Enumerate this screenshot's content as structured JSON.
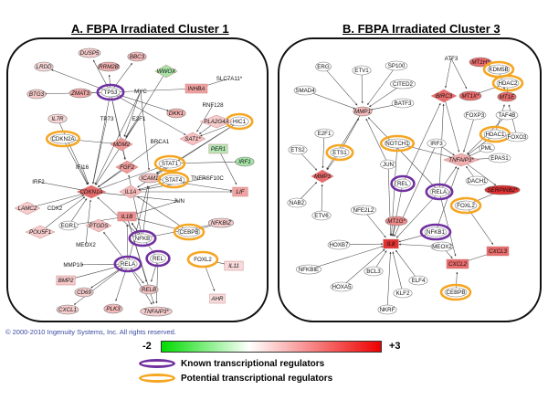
{
  "panel_a": {
    "title": "A. FBPA Irradiated Cluster 1",
    "nodes": [
      {
        "label": "DUSP5",
        "fill": "#f6cccc",
        "shape": "ellipse"
      },
      {
        "label": "BBC3",
        "fill": "#f3baba",
        "shape": "ellipse"
      },
      {
        "label": "LRDD",
        "fill": "#f8dada",
        "shape": "ellipse"
      },
      {
        "label": "RRM2B",
        "fill": "#f1b0b0",
        "shape": "ellipse"
      },
      {
        "label": "WWOX",
        "fill": "#a6e3a6",
        "shape": "diamond"
      },
      {
        "label": "INHBA",
        "fill": "#f0a0a0",
        "shape": "rect"
      },
      {
        "label": "SLC7A11*",
        "fill": "#ffffff",
        "shape": "text"
      },
      {
        "label": "BTG3",
        "fill": "#f6caca",
        "shape": "ellipse"
      },
      {
        "label": "ZMAT3",
        "fill": "#f0a8a8",
        "shape": "ellipse"
      },
      {
        "label": "TP53",
        "fill": "#ffffff",
        "shape": "ellipse"
      },
      {
        "label": "MYC",
        "fill": "#ffffff",
        "shape": "text"
      },
      {
        "label": "RNF128",
        "fill": "#ffffff",
        "shape": "text"
      },
      {
        "label": "HIC1",
        "fill": "#ffffff",
        "shape": "ellipse"
      },
      {
        "label": "IL7R",
        "fill": "#f7d6d6",
        "shape": "ellipse"
      },
      {
        "label": "TP73",
        "fill": "#ffffff",
        "shape": "text"
      },
      {
        "label": "E2F1",
        "fill": "#ffffff",
        "shape": "text"
      },
      {
        "label": "DKK1",
        "fill": "#f1b2b2",
        "shape": "ellipse"
      },
      {
        "label": "PLA2G4A",
        "fill": "#f6cdcd",
        "shape": "diamond"
      },
      {
        "label": "SAT1*",
        "fill": "#f4c0c0",
        "shape": "diamond"
      },
      {
        "label": "CDKN2A",
        "fill": "#ffffff",
        "shape": "ellipse"
      },
      {
        "label": "MDM2",
        "fill": "#ee9999",
        "shape": "diamond"
      },
      {
        "label": "BRCA1",
        "fill": "#ffffff",
        "shape": "text"
      },
      {
        "label": "PER1",
        "fill": "#b5e8b5",
        "shape": "rect"
      },
      {
        "label": "IRF1",
        "fill": "#a6e3a6",
        "shape": "ellipse"
      },
      {
        "label": "IFI16",
        "fill": "#ffffff",
        "shape": "text"
      },
      {
        "label": "FGF2",
        "fill": "#ec9a9a",
        "shape": "diamond"
      },
      {
        "label": "STAT1",
        "fill": "#ffffff",
        "shape": "ellipse"
      },
      {
        "label": "ICAM1",
        "fill": "#f4c3c3",
        "shape": "ellipse"
      },
      {
        "label": "STAT4",
        "fill": "#ffffff",
        "shape": "ellipse"
      },
      {
        "label": "TNFRSF10C",
        "fill": "#ffffff",
        "shape": "text"
      },
      {
        "label": "IRF2",
        "fill": "#ffffff",
        "shape": "text"
      },
      {
        "label": "CDKN1A",
        "fill": "#e86b6b",
        "shape": "diamond"
      },
      {
        "label": "IL1A",
        "fill": "#f3baba",
        "shape": "diamond"
      },
      {
        "label": "LIF",
        "fill": "#f1a2a2",
        "shape": "rect"
      },
      {
        "label": "LAMC2",
        "fill": "#f6cccc",
        "shape": "diamond"
      },
      {
        "label": "CDX2",
        "fill": "#ffffff",
        "shape": "text"
      },
      {
        "label": "JUN",
        "fill": "#ffffff",
        "shape": "text"
      },
      {
        "label": "POU5F1",
        "fill": "#f6cccc",
        "shape": "diamond"
      },
      {
        "label": "EGR1",
        "fill": "#ffffff",
        "shape": "ellipse"
      },
      {
        "label": "PTGDS",
        "fill": "#f4c3c3",
        "shape": "diamond"
      },
      {
        "label": "IL1B",
        "fill": "#ec9393",
        "shape": "rect"
      },
      {
        "label": "CEBPB",
        "fill": "#ffffff",
        "shape": "ellipse"
      },
      {
        "label": "NFKBIZ",
        "fill": "#f6cccc",
        "shape": "ellipse"
      },
      {
        "label": "NFKB",
        "fill": "#ffffff",
        "shape": "ellipse"
      },
      {
        "label": "MEOX2",
        "fill": "#ffffff",
        "shape": "text"
      },
      {
        "label": "MMP10",
        "fill": "#ffffff",
        "shape": "text"
      },
      {
        "label": "RELA",
        "fill": "#ffffff",
        "shape": "ellipse"
      },
      {
        "label": "REL",
        "fill": "#ffffff",
        "shape": "ellipse"
      },
      {
        "label": "FOXL2",
        "fill": "#ffffff",
        "shape": "text"
      },
      {
        "label": "IL11",
        "fill": "#f8dada",
        "shape": "rect"
      },
      {
        "label": "BMP2",
        "fill": "#f6caca",
        "shape": "rect"
      },
      {
        "label": "CD69",
        "fill": "#f6cdcd",
        "shape": "ellipse"
      },
      {
        "label": "RELB",
        "fill": "#f4c3c3",
        "shape": "ellipse"
      },
      {
        "label": "AHR",
        "fill": "#f8dcdc",
        "shape": "rect"
      },
      {
        "label": "CXCL1",
        "fill": "#f6cdcd",
        "shape": "ellipse"
      },
      {
        "label": "PLK3",
        "fill": "#f3baba",
        "shape": "ellipse"
      },
      {
        "label": "TNFAIP3*",
        "fill": "#f6cdcd",
        "shape": "ellipse"
      }
    ],
    "ring_labels": [
      "TP53",
      "NFKB",
      "RELA",
      "REL",
      "CDKN2A",
      "STAT1",
      "STAT4",
      "HIC1",
      "CEBPB"
    ]
  },
  "panel_b": {
    "title": "B. FBPA Irradiated Cluster 3",
    "nodes": [
      {
        "label": "ATF3",
        "fill": "#ffffff",
        "shape": "text"
      },
      {
        "label": "MT1H*",
        "fill": "#e86b6b",
        "shape": "ellipse"
      },
      {
        "label": "KDM5B",
        "fill": "#ffffff",
        "shape": "ellipse"
      },
      {
        "label": "HDAC2",
        "fill": "#ffffff",
        "shape": "ellipse"
      },
      {
        "label": "ERG",
        "fill": "#ffffff",
        "shape": "ellipse"
      },
      {
        "label": "ETV1",
        "fill": "#ffffff",
        "shape": "ellipse"
      },
      {
        "label": "SP100",
        "fill": "#ffffff",
        "shape": "ellipse"
      },
      {
        "label": "CITED2",
        "fill": "#ffffff",
        "shape": "ellipse"
      },
      {
        "label": "SMAD4",
        "fill": "#ffffff",
        "shape": "ellipse"
      },
      {
        "label": "BATF3",
        "fill": "#ffffff",
        "shape": "ellipse"
      },
      {
        "label": "MMP1",
        "fill": "#f3baba",
        "shape": "ellipse"
      },
      {
        "label": "BIRC3",
        "fill": "#e86b6b",
        "shape": "diamond"
      },
      {
        "label": "MT1X*",
        "fill": "#e86b6b",
        "shape": "ellipse"
      },
      {
        "label": "MT1E",
        "fill": "#e86b6b",
        "shape": "ellipse"
      },
      {
        "label": "FOXP3",
        "fill": "#ffffff",
        "shape": "ellipse"
      },
      {
        "label": "TAF4B",
        "fill": "#ffffff",
        "shape": "ellipse"
      },
      {
        "label": "HDAC1",
        "fill": "#ffffff",
        "shape": "ellipse"
      },
      {
        "label": "FOXO3",
        "fill": "#ffffff",
        "shape": "ellipse"
      },
      {
        "label": "E2F1",
        "fill": "#ffffff",
        "shape": "ellipse"
      },
      {
        "label": "NOTCH1",
        "fill": "#ffffff",
        "shape": "ellipse"
      },
      {
        "label": "IRF3",
        "fill": "#ffffff",
        "shape": "ellipse"
      },
      {
        "label": "PML",
        "fill": "#ffffff",
        "shape": "ellipse"
      },
      {
        "label": "ETS2",
        "fill": "#ffffff",
        "shape": "ellipse"
      },
      {
        "label": "ETS1",
        "fill": "#ffffff",
        "shape": "ellipse"
      },
      {
        "label": "TNFAIP3*",
        "fill": "#f1b0b0",
        "shape": "diamond"
      },
      {
        "label": "EPAS1",
        "fill": "#ffffff",
        "shape": "ellipse"
      },
      {
        "label": "MMP3",
        "fill": "#e86b6b",
        "shape": "diamond"
      },
      {
        "label": "JUN",
        "fill": "#ffffff",
        "shape": "ellipse"
      },
      {
        "label": "REL",
        "fill": "#ffffff",
        "shape": "ellipse"
      },
      {
        "label": "DACH1",
        "fill": "#ffffff",
        "shape": "ellipse"
      },
      {
        "label": "RELA",
        "fill": "#ffffff",
        "shape": "ellipse"
      },
      {
        "label": "SERPINB2*",
        "fill": "#e03030",
        "shape": "ellipse"
      },
      {
        "label": "NAB2",
        "fill": "#ffffff",
        "shape": "ellipse"
      },
      {
        "label": "NFE2L2",
        "fill": "#ffffff",
        "shape": "ellipse"
      },
      {
        "label": "MT1G*",
        "fill": "#ee8a8a",
        "shape": "ellipse"
      },
      {
        "label": "ETV6",
        "fill": "#ffffff",
        "shape": "ellipse"
      },
      {
        "label": "FOXL2",
        "fill": "#ffffff",
        "shape": "ellipse"
      },
      {
        "label": "IL8",
        "fill": "#e03030",
        "shape": "rect"
      },
      {
        "label": "NFKB1",
        "fill": "#ffffff",
        "shape": "ellipse"
      },
      {
        "label": "HOXB7",
        "fill": "#ffffff",
        "shape": "ellipse"
      },
      {
        "label": "MEOX2",
        "fill": "#ffffff",
        "shape": "ellipse"
      },
      {
        "label": "CXCL3",
        "fill": "#e86b6b",
        "shape": "rect"
      },
      {
        "label": "CXCL2",
        "fill": "#e86b6b",
        "shape": "rect"
      },
      {
        "label": "NFKBIE",
        "fill": "#ffffff",
        "shape": "ellipse"
      },
      {
        "label": "BCL3",
        "fill": "#ffffff",
        "shape": "ellipse"
      },
      {
        "label": "ELF4",
        "fill": "#ffffff",
        "shape": "ellipse"
      },
      {
        "label": "HOXA5",
        "fill": "#ffffff",
        "shape": "ellipse"
      },
      {
        "label": "KLF2",
        "fill": "#ffffff",
        "shape": "ellipse"
      },
      {
        "label": "CEBPB",
        "fill": "#ffffff",
        "shape": "ellipse"
      },
      {
        "label": "NKRF",
        "fill": "#ffffff",
        "shape": "ellipse"
      }
    ],
    "ring_labels": [
      "KDM5B",
      "HDAC2",
      "HDAC1",
      "NOTCH1",
      "ETS1",
      "REL",
      "RELA",
      "NFKB1",
      "FOXL2"
    ]
  },
  "rings": {
    "known_color": "#7030a0",
    "potential_color": "#f5a623",
    "known": [
      "TP53",
      "NFKB",
      "RELA",
      "REL",
      "NFKB1"
    ],
    "potential": [
      "CDKN2A",
      "STAT1",
      "STAT4",
      "HIC1",
      "CEBPB",
      "KDM5B",
      "HDAC2",
      "HDAC1",
      "NOTCH1",
      "ETS1",
      "FOXL2"
    ]
  },
  "copyright": "© 2000-2010 Ingenuity Systems, Inc. All rights reserved.",
  "scale": {
    "min_label": "-2",
    "max_label": "+3",
    "low_color": "#00dc00",
    "mid_color": "#ffffff",
    "high_color": "#ee0000"
  },
  "legend": {
    "known": "Known transcriptional regulators",
    "potential": "Potential transcriptional regulators"
  }
}
